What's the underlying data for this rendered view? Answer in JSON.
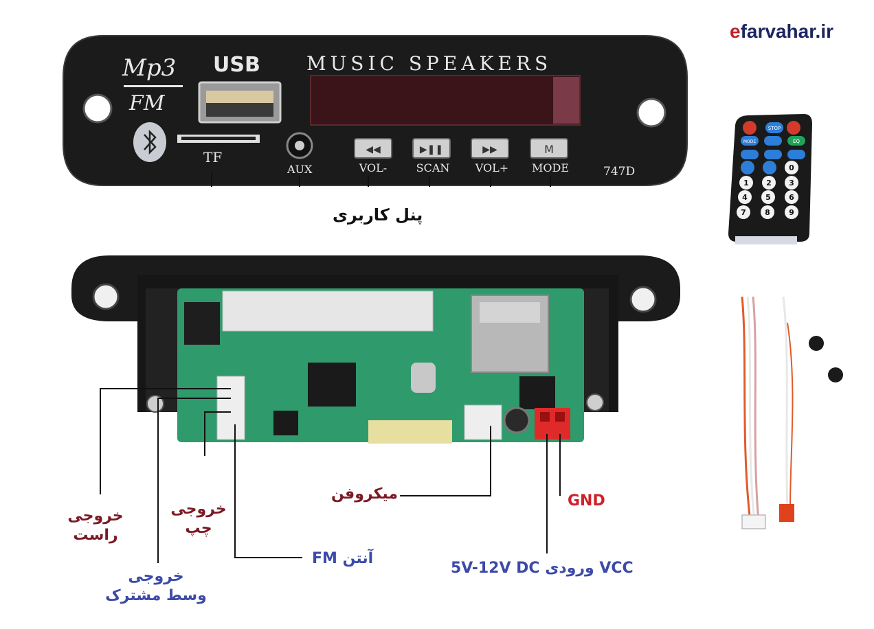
{
  "brand": {
    "prefix": "e",
    "rest": "farvahar.ir",
    "accent": "#c0202a",
    "color": "#1d2560"
  },
  "panel": {
    "logo_mp3": "Mp3",
    "logo_fm": "FM",
    "usb": "USB",
    "title": "MUSIC SPEAKERS",
    "tf": "TF",
    "aux": "AUX",
    "buttons": [
      "VOL-",
      "SCAN",
      "VOL+",
      "MODE"
    ],
    "model": "747D",
    "caption": "پنل کاربری"
  },
  "remote": {
    "keys_top": [
      "STOP",
      "MODE",
      "EQ"
    ],
    "keys_num": [
      "0",
      "1",
      "2",
      "3",
      "4",
      "5",
      "6",
      "7",
      "8",
      "9"
    ]
  },
  "labels": {
    "right_out_1": "خروجی",
    "right_out_2": "راست",
    "left_out_1": "خروجی",
    "left_out_2": "چپ",
    "common_out_1": "خروجی",
    "common_out_2": "وسط مشترک",
    "fm_antenna": "آنتن FM",
    "mic": "میکروفن",
    "gnd": "GND",
    "vcc": "VCC ورودی 5V-12V DC"
  },
  "colors": {
    "dark_red": "#7a1a24",
    "blue": "#3c4aa8",
    "red": "#d0202a",
    "pcb": "#2f9a6c"
  }
}
